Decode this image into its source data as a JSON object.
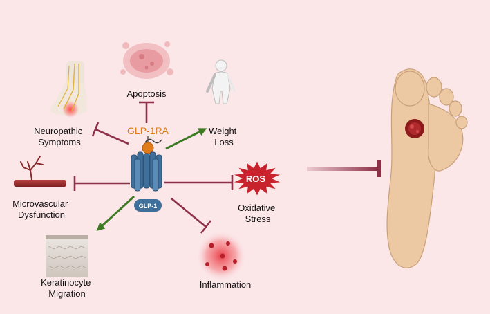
{
  "center": {
    "drug": "GLP-1RA",
    "receptor": "GLP-1"
  },
  "effects": {
    "apoptosis": "Apoptosis",
    "neuropathic": [
      "Neuropathic",
      "Symptoms"
    ],
    "weight": [
      "Weight",
      "Loss"
    ],
    "microvascular": [
      "Microvascular",
      "Dysfunction"
    ],
    "oxidative": [
      "Oxidative",
      "Stress"
    ],
    "ros": "ROS",
    "keratinocyte": [
      "Keratinocyte",
      "Migration"
    ],
    "inflammation": "Inflammation"
  },
  "colors": {
    "background": "#fbe6e8",
    "inhibit": "#8e3048",
    "promote": "#3d7a23",
    "drug": "#e07b1a",
    "receptor": "#3f6f9b",
    "ros": "#c8232c",
    "skin": "#ecc9a3",
    "ulcer": "#8d1a1a"
  }
}
